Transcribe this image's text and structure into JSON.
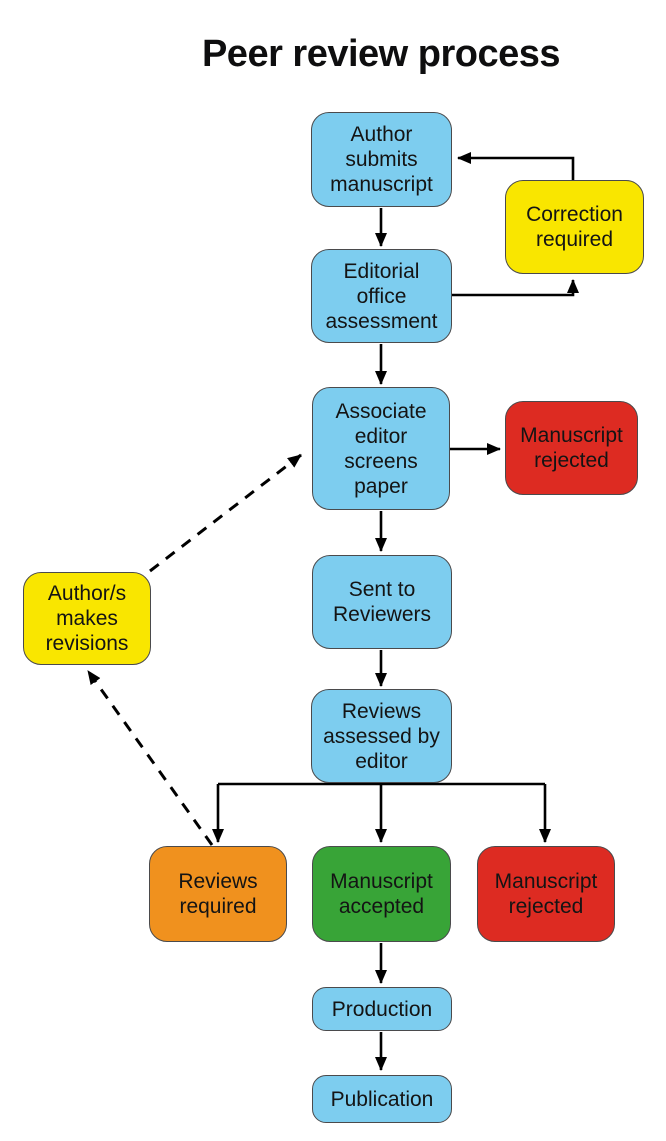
{
  "title": "Peer review process",
  "palette": {
    "blue": "#7dcdef",
    "yellow": "#f9e600",
    "orange": "#f0911e",
    "green": "#38a437",
    "red": "#dd2b22",
    "stroke": "#4a4a4c",
    "text": "#141414",
    "arrow": "#000000"
  },
  "nodes": [
    {
      "id": "author-submits",
      "label": "Author\nsubmits\nmanuscript",
      "color": "blue"
    },
    {
      "id": "correction-required",
      "label": "Correction\nrequired",
      "color": "yellow"
    },
    {
      "id": "editorial-office",
      "label": "Editorial\noffice\nassessment",
      "color": "blue"
    },
    {
      "id": "associate-editor",
      "label": "Associate\neditor\nscreens\npaper",
      "color": "blue"
    },
    {
      "id": "manuscript-rejected-1",
      "label": "Manuscript\nrejected",
      "color": "red"
    },
    {
      "id": "sent-to-reviewers",
      "label": "Sent to\nReviewers",
      "color": "blue"
    },
    {
      "id": "authors-revisions",
      "label": "Author/s\nmakes\nrevisions",
      "color": "yellow"
    },
    {
      "id": "reviews-assessed",
      "label": "Reviews\nassessed by\neditor",
      "color": "blue"
    },
    {
      "id": "reviews-required",
      "label": "Reviews\nrequired",
      "color": "orange"
    },
    {
      "id": "manuscript-accepted",
      "label": "Manuscript\naccepted",
      "color": "green"
    },
    {
      "id": "manuscript-rejected-2",
      "label": "Manuscript\nrejected",
      "color": "red"
    },
    {
      "id": "production",
      "label": "Production",
      "color": "blue"
    },
    {
      "id": "publication",
      "label": "Publication",
      "color": "blue"
    }
  ],
  "edges": [
    {
      "from": "author-submits",
      "to": "editorial-office",
      "style": "solid"
    },
    {
      "from": "editorial-office",
      "to": "correction-required",
      "style": "solid"
    },
    {
      "from": "correction-required",
      "to": "author-submits",
      "style": "solid"
    },
    {
      "from": "editorial-office",
      "to": "associate-editor",
      "style": "solid"
    },
    {
      "from": "associate-editor",
      "to": "manuscript-rejected-1",
      "style": "solid"
    },
    {
      "from": "associate-editor",
      "to": "sent-to-reviewers",
      "style": "solid"
    },
    {
      "from": "sent-to-reviewers",
      "to": "reviews-assessed",
      "style": "solid"
    },
    {
      "from": "reviews-assessed",
      "to": "reviews-required",
      "style": "solid"
    },
    {
      "from": "reviews-assessed",
      "to": "manuscript-accepted",
      "style": "solid"
    },
    {
      "from": "reviews-assessed",
      "to": "manuscript-rejected-2",
      "style": "solid"
    },
    {
      "from": "reviews-required",
      "to": "authors-revisions",
      "style": "dashed"
    },
    {
      "from": "authors-revisions",
      "to": "associate-editor",
      "style": "dashed"
    },
    {
      "from": "manuscript-accepted",
      "to": "production",
      "style": "solid"
    },
    {
      "from": "production",
      "to": "publication",
      "style": "solid"
    }
  ]
}
